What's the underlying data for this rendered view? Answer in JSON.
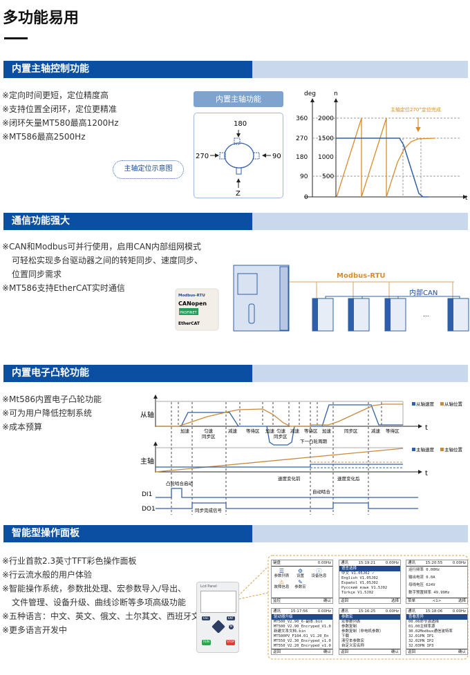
{
  "page_title": "多功能易用",
  "sections": [
    {
      "heading": "内置主轴控制功能",
      "bullets": [
        "※定向时间更短，定位精度高",
        "※支持位置全闭环，定位更精准",
        "※闭环矢量MT580最高1200Hz",
        "※MT586最高2500Hz"
      ]
    },
    {
      "heading": "通信功能强大",
      "bullets": [
        "※CAN和Modbus可并行使用，启用CAN内部组网模式",
        "可轻松实现多台驱动器之间的转矩同步、速度同步、",
        "位置同步需求",
        "※MT586支持EtherCAT实时通信"
      ]
    },
    {
      "heading": "内置电子凸轮功能",
      "bullets": [
        "※Mt586内置电子凸轮功能",
        "※可为用户降低控制系统",
        "※成本预算"
      ]
    },
    {
      "heading": "智能型操作面板",
      "bullets": [
        "※行业首款2.3英寸TFT彩色操作面板",
        "※行云流水般的用户体验",
        "※智能操作系统，参数批处理、宏参数导入/导出、",
        "文件管理、设备升级、曲线诊断等多项高级功能",
        "※五种语言：中文、英文、俄文、土尔其文、西班牙文",
        "※更多语言开发中"
      ]
    }
  ],
  "spindle": {
    "box_title": "内置主轴功能",
    "diagram_label": "主轴定位示意图",
    "angles": {
      "top": "180",
      "left": "270",
      "right": "90",
      "bottom": "Z"
    },
    "chart": {
      "y_left_label": "deg",
      "y_right_label": "n",
      "x_label": "t",
      "deg_ticks": [
        "360",
        "270",
        "180",
        "90",
        "0"
      ],
      "n_ticks": [
        "2000",
        "1500",
        "1000",
        "500"
      ],
      "annotation": "主轴定位270°定位完成",
      "colors": {
        "position": "#d98b2b",
        "speed": "#2f5fa8"
      }
    }
  },
  "comm": {
    "bus_label": "Modbus-RTU",
    "can_label": "内部CAN",
    "ellipsis": "...",
    "logos": [
      "Modbus-RTU",
      "CANopen",
      "PROFINET",
      "EtherCAT"
    ]
  },
  "cam": {
    "slave_label": "从轴",
    "master_label": "主轴",
    "t": "t",
    "slave_legend": [
      "从轴速度",
      "从轴位置"
    ],
    "master_legend": [
      "主轴速度",
      "主轴位置"
    ],
    "phases": [
      "加速",
      "匀速",
      "同步区",
      "减速",
      "等待区",
      "加速",
      "匀速",
      "同步区",
      "减速",
      "等待区",
      "加速",
      "同步区",
      "减速",
      "等待区"
    ],
    "next_cycle": "下一凸轮周期",
    "before": "速度变化前",
    "after": "速度变化后",
    "di1": "DI1",
    "do1": "DO1",
    "cam_start": "凸轮啮合启动",
    "auto_engage": "自动啮合",
    "sync_done": "同步完成信号",
    "colors": {
      "speed": "#2f5fa8",
      "position": "#c8893a"
    }
  },
  "panel": {
    "device_title": "Lcd Panel",
    "keys": [
      "ESC",
      "ENT",
      "RUN",
      "STOP",
      "M"
    ],
    "screens": [
      {
        "head": [
          "键盘",
          "0.00Hz"
        ],
        "icons": [
          "参数列表",
          "设置",
          "设备信息",
          "故障信息",
          "参数宏"
        ],
        "foot": [
          "监控",
          "确认"
        ]
      },
      {
        "head": [
          "通讯",
          "15:19:21",
          "0.00Hz"
        ],
        "title": "语言选择",
        "lines": [
          "中文 V1.05J02 ✓",
          "English V1.05J02",
          "Español V1.05J02",
          "Русский язык V1.5J02",
          "Türkçe V1.5J02"
        ],
        "foot": [
          "返回",
          "选择"
        ]
      },
      {
        "head": [
          "通讯",
          "15:20:55",
          "0.00Hz"
        ],
        "lines": [
          "运行频率   0.00Hz",
          "输出电流   0.0A",
          "母线电压   624V",
          "数字预置频率 49.99Hz"
        ],
        "foot": [
          "菜单",
          "<1>",
          "选择"
        ]
      },
      {
        "head": [
          "通讯",
          "15:17:56",
          "0.00Hz"
        ],
        "title": "驱动器升级",
        "lines": [
          "MT500_V2.90_6-副本.bin",
          "MT500_V2.90_Encryped_V1.0",
          "新建文本文档.bin",
          "MT500PV_F104.01_V1.20_En",
          "MT550_V2.30_Encryped_v1.0",
          "MT550_V2.20_Encryped_v1.0"
        ],
        "foot": [
          "返回",
          "确认"
        ]
      },
      {
        "head": [
          "通讯",
          "15:16:25",
          "0.00Hz"
        ],
        "title": "参数宏",
        "lines": [
          "宏参数列表",
          "参数复制",
          "参数复制（非电机参数）",
          "下载",
          "清空本参数宏",
          "自定义宏名称"
        ],
        "foot": [
          "返回",
          "确认"
        ]
      },
      {
        "head": [
          "通讯",
          "15:18:06",
          "0.00Hz"
        ],
        "title": "查看差异",
        "lines": [
          "00.06命令源选择",
          "01.00主频率源",
          "30.02Modbus通信波特率",
          "32.01PN IP1",
          "32.02PN IP2",
          "32.03PN IP3"
        ],
        "foot": [
          "返回",
          "确认"
        ]
      }
    ]
  }
}
